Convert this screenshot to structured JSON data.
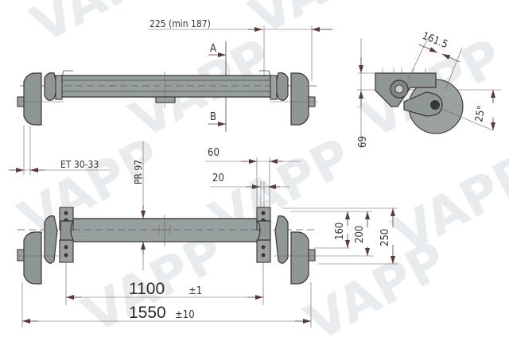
{
  "watermark": {
    "text": "VAPP",
    "color": "#e9ecee"
  },
  "colors": {
    "line": "#4b4240",
    "fill": "#8f9796",
    "arrow": "#5a3a30",
    "text": "#3a3330"
  },
  "top_view": {
    "dim_hub_offset": "225 (min 187)",
    "section_a": "A",
    "section_b": "B",
    "dim_et": "ET 30-33"
  },
  "side_view": {
    "dim_angle_length": "161.5",
    "dim_angle": "25°",
    "dim_height": "69"
  },
  "bottom_view": {
    "dim_pr": "PR 97",
    "dim_60": "60",
    "dim_20": "20",
    "dim_160": "160",
    "dim_200": "200",
    "dim_250": "250",
    "dim_1100": "1100",
    "tol_1100": "±1",
    "dim_1550": "1550",
    "tol_1550": "±10"
  }
}
